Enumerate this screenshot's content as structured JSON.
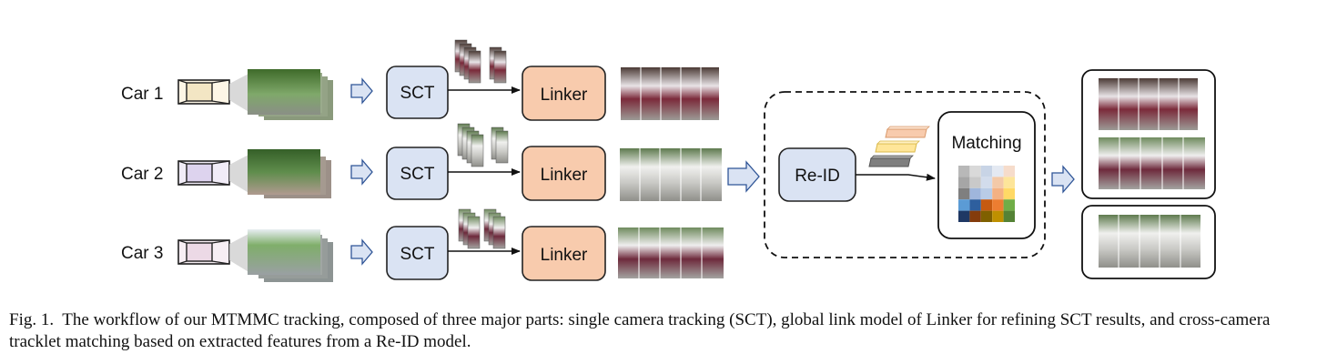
{
  "cars": [
    {
      "label": "Car 1",
      "sct": "SCT",
      "linker": "Linker"
    },
    {
      "label": "Car 2",
      "sct": "SCT",
      "linker": "Linker"
    },
    {
      "label": "Car 3",
      "sct": "SCT",
      "linker": "Linker"
    }
  ],
  "reid": {
    "label": "Re-ID"
  },
  "matching": {
    "label": "Matching",
    "matrix_colors": [
      [
        "#b8b8b8",
        "#d9d9d9",
        "#c8d4e6",
        "#e4e9f2",
        "#f6dccb"
      ],
      [
        "#a6a6a6",
        "#c9c9c9",
        "#d2dcec",
        "#f3c9a8",
        "#fde59a"
      ],
      [
        "#7f7f7f",
        "#9fb6dc",
        "#b9cce6",
        "#f4b183",
        "#ffd966"
      ],
      [
        "#5b9bd5",
        "#2e5f9e",
        "#c55a11",
        "#ed7d31",
        "#70ad47"
      ],
      [
        "#1f3864",
        "#843c0c",
        "#7f6000",
        "#bf9000",
        "#548235"
      ]
    ]
  },
  "colors": {
    "sct_fill": "#dae3f3",
    "linker_fill": "#f8cbad",
    "reid_fill": "#dae3f3",
    "arrow_fill": "#dae3f3",
    "arrow_stroke": "#2f5597",
    "feature_orange": "#f8cbad",
    "feature_yellow": "#ffe699",
    "feature_gray": "#7f7f7f"
  },
  "caption": {
    "prefix": "Fig. 1.",
    "text": "The workflow of our MTMMC tracking, composed of three major parts: single camera tracking (SCT), global link model of Linker for refining SCT results, and cross-camera tracklet matching based on extracted features from a Re-ID model."
  }
}
